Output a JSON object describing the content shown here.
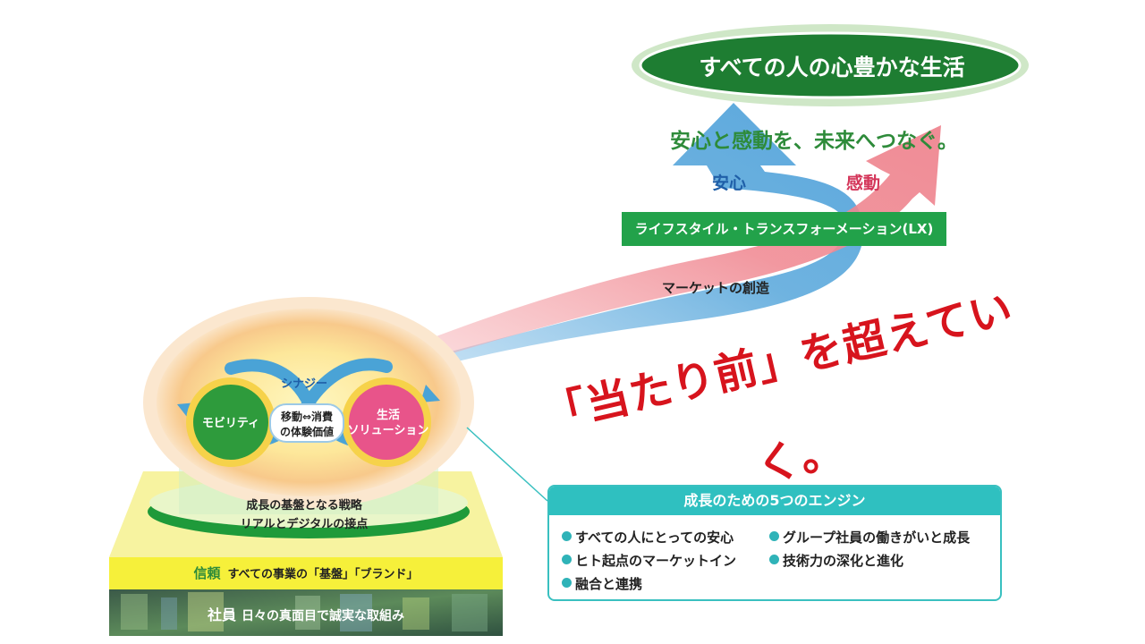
{
  "goal": {
    "label": "すべての人の心豊かな生活"
  },
  "tagline": "安心と感動を、未来へつなぐ。",
  "arrows": {
    "anshin_label": "安心",
    "kando_label": "感動",
    "anshin_color": "#6fb3e0",
    "kando_color": "#f08c95"
  },
  "lx_bar": {
    "label": "ライフスタイル・トランスフォーメーション(LX)",
    "color": "#22a24a"
  },
  "market_label": "マーケットの創造",
  "slogan": "「当たり前」を超えていく。",
  "core": {
    "synergy": "シナジー",
    "mobility": "モビリティ",
    "center_line1": "移動⇔消費",
    "center_line2": "の体験価値",
    "life_line1": "生活",
    "life_line2": "ソリューション",
    "mobility_color": "#2e9b3c",
    "life_color": "#e8548a"
  },
  "foundation": {
    "line1": "成長の基盤となる戦略",
    "line2": "リアルとデジタルの接点"
  },
  "trust": {
    "keyword": "信頼",
    "text": "すべての事業の「基盤」「ブランド」"
  },
  "staff": {
    "keyword": "社員",
    "text": "日々の真面目で誠実な取組み"
  },
  "engines": {
    "title": "成長のための5つのエンジン",
    "items": [
      "すべての人にとっての安心",
      "グループ社員の働きがいと成長",
      "ヒト起点のマーケットイン",
      "技術力の深化と進化",
      "融合と連携"
    ],
    "accent_color": "#2fc0c0"
  }
}
